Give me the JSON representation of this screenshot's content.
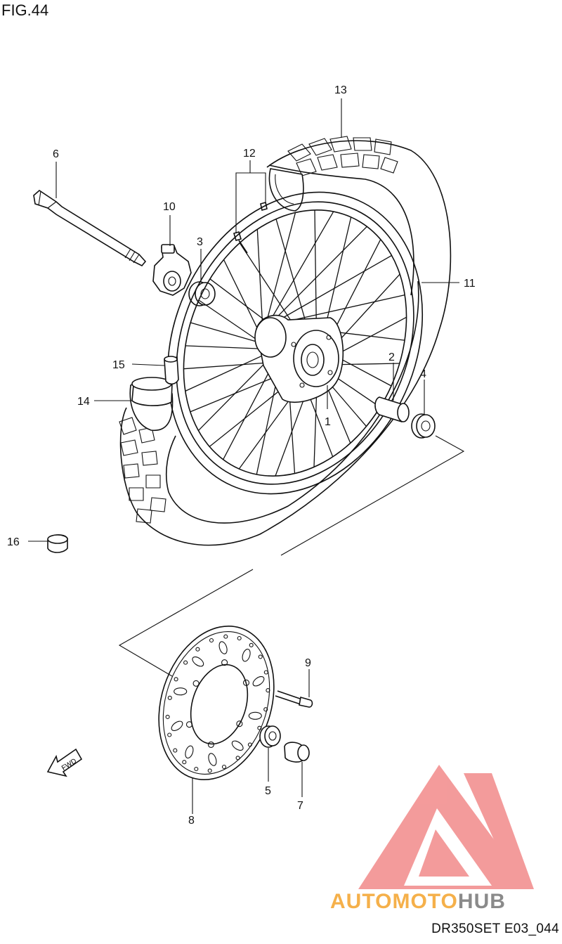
{
  "figure": {
    "title": "FIG.44",
    "code": "DR350SET E03_044"
  },
  "callouts": [
    "1",
    "2",
    "3",
    "4",
    "5",
    "6",
    "7",
    "8",
    "9",
    "10",
    "11",
    "12",
    "13",
    "14",
    "15",
    "16"
  ],
  "watermark": {
    "text": "AUTOMOTOHUB",
    "part_a": "AUTOMOTO",
    "part_b": "HUB",
    "color_a": "#f5b04a",
    "color_b": "#8a8a8a",
    "logo_color": "#f07a7a"
  },
  "fwd_arrow": {
    "label": "FWD"
  }
}
